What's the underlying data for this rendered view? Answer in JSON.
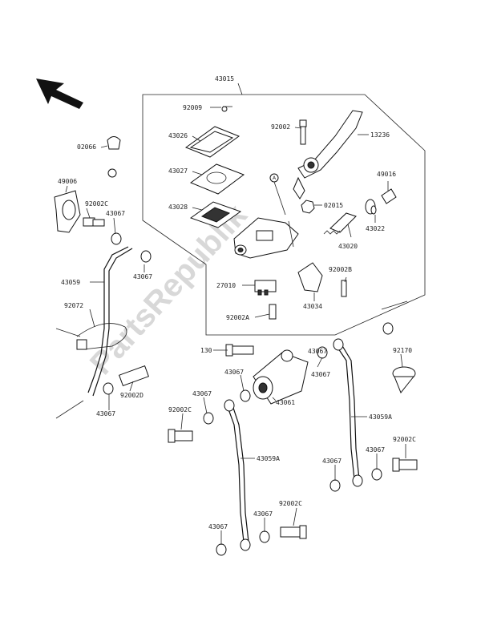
{
  "watermark": "PartsRepublik",
  "callouts": [
    {
      "id": "l-43015",
      "text": "43015"
    },
    {
      "id": "l-92009",
      "text": "92009"
    },
    {
      "id": "l-43026",
      "text": "43026"
    },
    {
      "id": "l-43027",
      "text": "43027"
    },
    {
      "id": "l-43028",
      "text": "43028"
    },
    {
      "id": "l-92002",
      "text": "92002"
    },
    {
      "id": "l-13236",
      "text": "13236"
    },
    {
      "id": "l-49016",
      "text": "49016"
    },
    {
      "id": "l-02015",
      "text": "02015"
    },
    {
      "id": "l-43022",
      "text": "43022"
    },
    {
      "id": "l-43020",
      "text": "43020"
    },
    {
      "id": "l-92002B",
      "text": "92002B"
    },
    {
      "id": "l-27010",
      "text": "27010"
    },
    {
      "id": "l-43034",
      "text": "43034"
    },
    {
      "id": "l-92002A",
      "text": "92002A"
    },
    {
      "id": "l-02066",
      "text": "02066"
    },
    {
      "id": "l-49006",
      "text": "49006"
    },
    {
      "id": "l-92002C-a",
      "text": "92002C"
    },
    {
      "id": "l-43067-a",
      "text": "43067"
    },
    {
      "id": "l-43067-b",
      "text": "43067"
    },
    {
      "id": "l-43059",
      "text": "43059"
    },
    {
      "id": "l-92072",
      "text": "92072"
    },
    {
      "id": "l-130",
      "text": "130"
    },
    {
      "id": "l-43067-c",
      "text": "43067"
    },
    {
      "id": "l-43067-d",
      "text": "43067"
    },
    {
      "id": "l-92170",
      "text": "92170"
    },
    {
      "id": "l-43067-e",
      "text": "43067"
    },
    {
      "id": "l-43061",
      "text": "43061"
    },
    {
      "id": "l-92002D",
      "text": "92002D"
    },
    {
      "id": "l-43067-f",
      "text": "43067"
    },
    {
      "id": "l-43067-g",
      "text": "43067"
    },
    {
      "id": "l-92002C-b",
      "text": "92002C"
    },
    {
      "id": "l-43059A-a",
      "text": "43059A"
    },
    {
      "id": "l-43059A-b",
      "text": "43059A"
    },
    {
      "id": "l-43067-h",
      "text": "43067"
    },
    {
      "id": "l-43067-i",
      "text": "43067"
    },
    {
      "id": "l-92002C-c",
      "text": "92002C"
    },
    {
      "id": "l-43067-j",
      "text": "43067"
    },
    {
      "id": "l-43067-k",
      "text": "43067"
    },
    {
      "id": "l-92002C-d",
      "text": "92002C"
    }
  ],
  "reference_marker": "A"
}
